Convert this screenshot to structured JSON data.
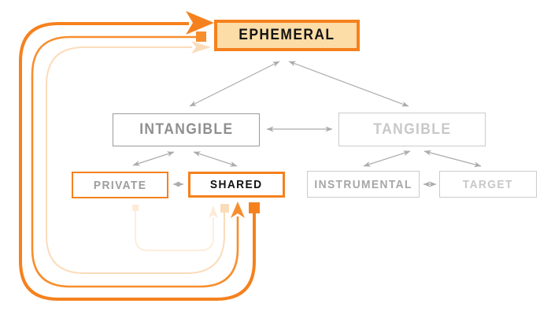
{
  "palette": {
    "orange_strong": "#F5811E",
    "orange_medium": "#F78E2E",
    "orange_faint": "#FBDCBA",
    "orange_faintest": "#FDEBD8",
    "ephemeral_fill": "#FCDDA7",
    "gray_line": "#ABABAB",
    "gray_text_mid": "#8F8F8F",
    "gray_text_light": "#C8C8C8"
  },
  "nodes": {
    "ephemeral": {
      "label": "EPHEMERAL"
    },
    "intangible": {
      "label": "INTANGIBLE"
    },
    "tangible": {
      "label": "TANGIBLE"
    },
    "private": {
      "label": "PRIVATE"
    },
    "shared": {
      "label": "SHARED"
    },
    "instrumental": {
      "label": "INSTRUMENTAL"
    },
    "target": {
      "label": "TARGET"
    }
  },
  "links": [
    {
      "from": "EPHEMERAL",
      "to": "INTANGIBLE",
      "type": "bidirectional"
    },
    {
      "from": "EPHEMERAL",
      "to": "TANGIBLE",
      "type": "bidirectional"
    },
    {
      "from": "INTANGIBLE",
      "to": "TANGIBLE",
      "type": "bidirectional"
    },
    {
      "from": "INTANGIBLE",
      "to": "PRIVATE",
      "type": "bidirectional"
    },
    {
      "from": "INTANGIBLE",
      "to": "SHARED",
      "type": "bidirectional"
    },
    {
      "from": "PRIVATE",
      "to": "SHARED",
      "type": "bidirectional"
    },
    {
      "from": "TANGIBLE",
      "to": "INSTRUMENTAL",
      "type": "bidirectional"
    },
    {
      "from": "TANGIBLE",
      "to": "TARGET",
      "type": "bidirectional"
    },
    {
      "from": "INSTRUMENTAL",
      "to": "TARGET",
      "type": "bidirectional"
    }
  ],
  "loops": [
    {
      "from": "SHARED",
      "to": "EPHEMERAL",
      "intensity": "strong"
    },
    {
      "from": "EPHEMERAL",
      "to": "SHARED",
      "intensity": "medium"
    },
    {
      "from": "SHARED",
      "to": "EPHEMERAL",
      "intensity": "faint"
    },
    {
      "from": "PRIVATE",
      "to": "SHARED",
      "intensity": "faintest"
    }
  ]
}
